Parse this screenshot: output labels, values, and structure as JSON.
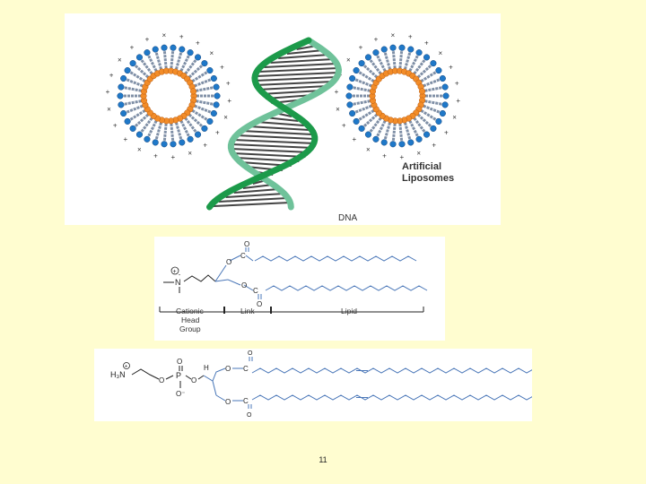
{
  "liposome_panel": {
    "dna_label": "DNA",
    "caption_line1": "Artificial",
    "caption_line2": "Liposomes",
    "head_color": "#f28c28",
    "outer_head_color": "#1f78c8",
    "helix_color_light": "#6fc29a",
    "helix_color_dark": "#1c9a4a"
  },
  "cationic_panel": {
    "atoms": {
      "plus": "+",
      "nitrogen": "N",
      "carbon": "C",
      "oxygen": "O"
    },
    "segments": {
      "head_line1": "Cationic",
      "head_line2": "Head",
      "head_line3": "Group",
      "link": "Link",
      "lipid": "Lipid"
    },
    "chain_color": "#4a77b8"
  },
  "phospho_panel": {
    "amine": "H₃N",
    "plus": "+",
    "oxygen": "O",
    "phosphorus": "P",
    "anion": "O⁻",
    "hydrogen": "H",
    "carbon": "C",
    "chain_color": "#4a77b8"
  },
  "footer": {
    "slide_number": "11"
  }
}
